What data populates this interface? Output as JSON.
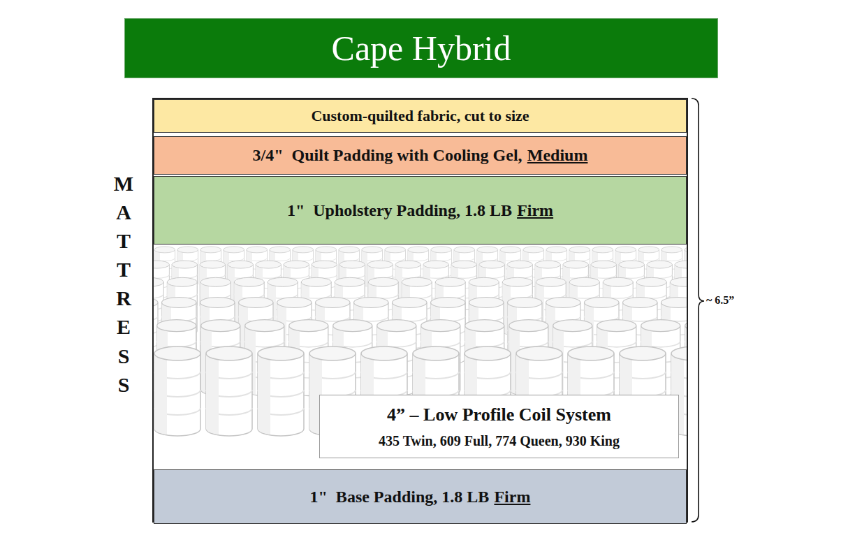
{
  "diagram": {
    "title": "Cape Hybrid",
    "nodes": [
      {
        "text": [
          "MATTRESS"
        ]
      },
      {
        "text": [
          "Custom-quilted fabric, cut to size"
        ],
        "in": 0
      },
      {
        "text": [
          "3/4\"  Quilt Padding with Cooling Gel,",
          "Medium"
        ],
        "in": 0
      },
      {
        "text": [
          "1\"  Upholstery Padding, 1.8 LB",
          "Firm"
        ],
        "in": 0
      },
      {
        "text": [
          "4” – Low Profile Coil System",
          "435 Twin, 609 Full, 774 Queen, 930 King"
        ],
        "in": 0
      },
      {
        "text": [
          "1\"  Base Padding, 1.8 LB",
          "Firm"
        ],
        "in": 0
      }
    ],
    "labels": [
      "~ 6.5”"
    ]
  }
}
